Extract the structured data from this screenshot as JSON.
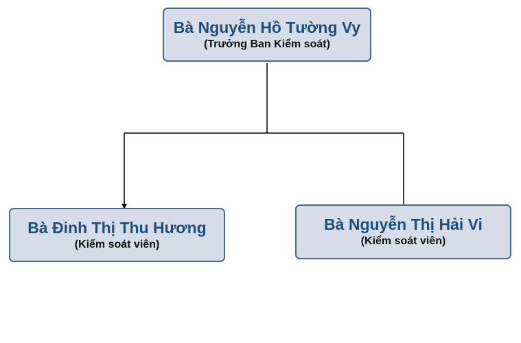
{
  "chart": {
    "root": {
      "name": "Bà Nguyễn Hồ Tường Vy",
      "role": "(Trưởng Ban Kiểm soát)"
    },
    "children": [
      {
        "name": "Bà Đinh Thị Thu Hương",
        "role": "(Kiểm soát viên)"
      },
      {
        "name": "Bà Nguyễn Thị Hải Vi",
        "role": "(Kiểm soát viên)"
      }
    ]
  },
  "colors": {
    "box_fill": "#d7dde8",
    "box_border": "#4a6a8c",
    "name_text": "#1f4e79",
    "role_text": "#111111",
    "connector": "#000000"
  }
}
